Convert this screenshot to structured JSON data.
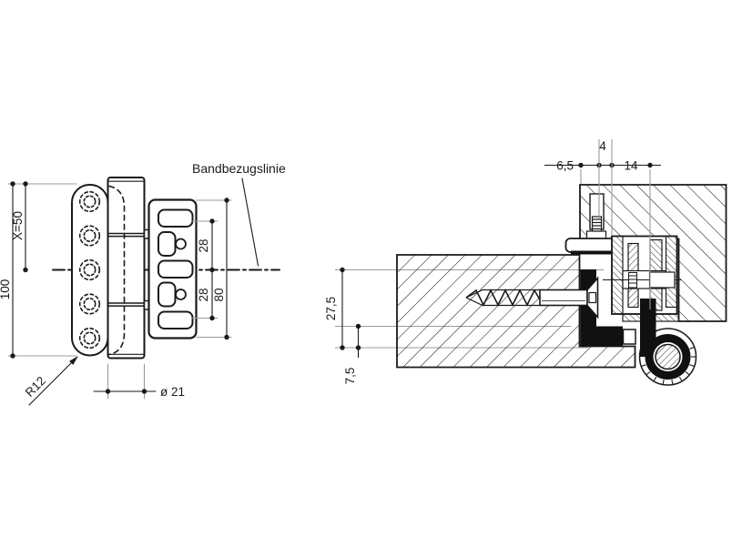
{
  "drawing": {
    "background": "#ffffff",
    "line_color": "#1a1a1a",
    "reference_line_color": "#9b9b9b",
    "annotation": {
      "hinge_reference_line_label": "Bandbezugslinie"
    },
    "front_view": {
      "dim_x_offset": "X=50",
      "dim_total_height": "100",
      "dim_slot_spacing_upper": "28",
      "dim_slot_spacing_lower": "28",
      "dim_plate_height": "80",
      "dim_corner_radius": "R12",
      "dim_barrel_diameter": "ø 21"
    },
    "section_view": {
      "dim_frame_edge": "6,5",
      "dim_gap": "4",
      "dim_inset": "14",
      "dim_screw_axis": "27,5",
      "dim_lower_offset": "7,5"
    }
  }
}
